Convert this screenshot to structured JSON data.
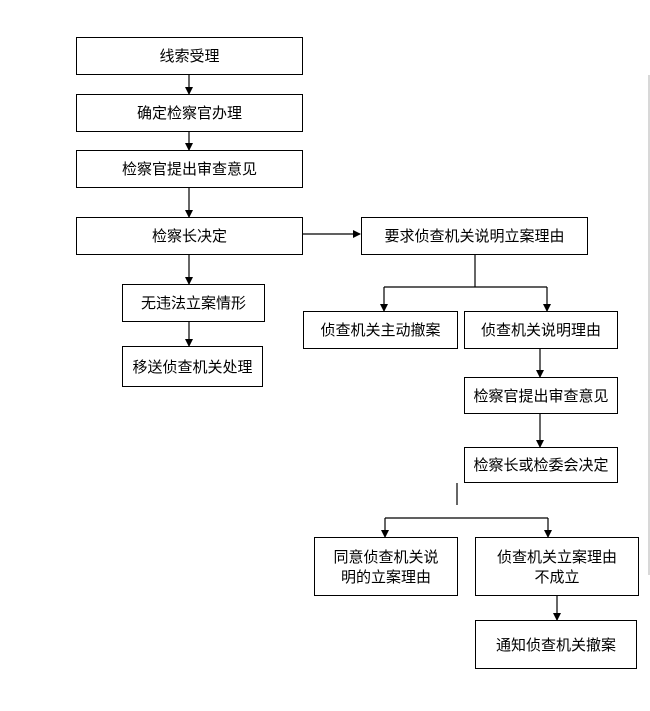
{
  "nodes": {
    "clue_acceptance": "线索受理",
    "assign_prosecutor": "确定检察官办理",
    "prosecutor_opinion_1": "检察官提出审查意见",
    "chief_decision": "检察长决定",
    "no_violation": "无违法立案情形",
    "transfer_investigation": "移送侦查机关处理",
    "require_explanation": "要求侦查机关说明立案理由",
    "agency_withdraw": "侦查机关主动撤案",
    "agency_explain": "侦查机关说明理由",
    "prosecutor_opinion_2": "检察官提出审查意见",
    "chief_or_committee": "检察长或检委会决定",
    "agree_line1": "同意侦查机关说",
    "agree_line2": "明的立案理由",
    "reason_invalid_line1": "侦查机关立案理由",
    "reason_invalid_line2": "不成立",
    "notify_withdraw": "通知侦查机关撤案"
  }
}
